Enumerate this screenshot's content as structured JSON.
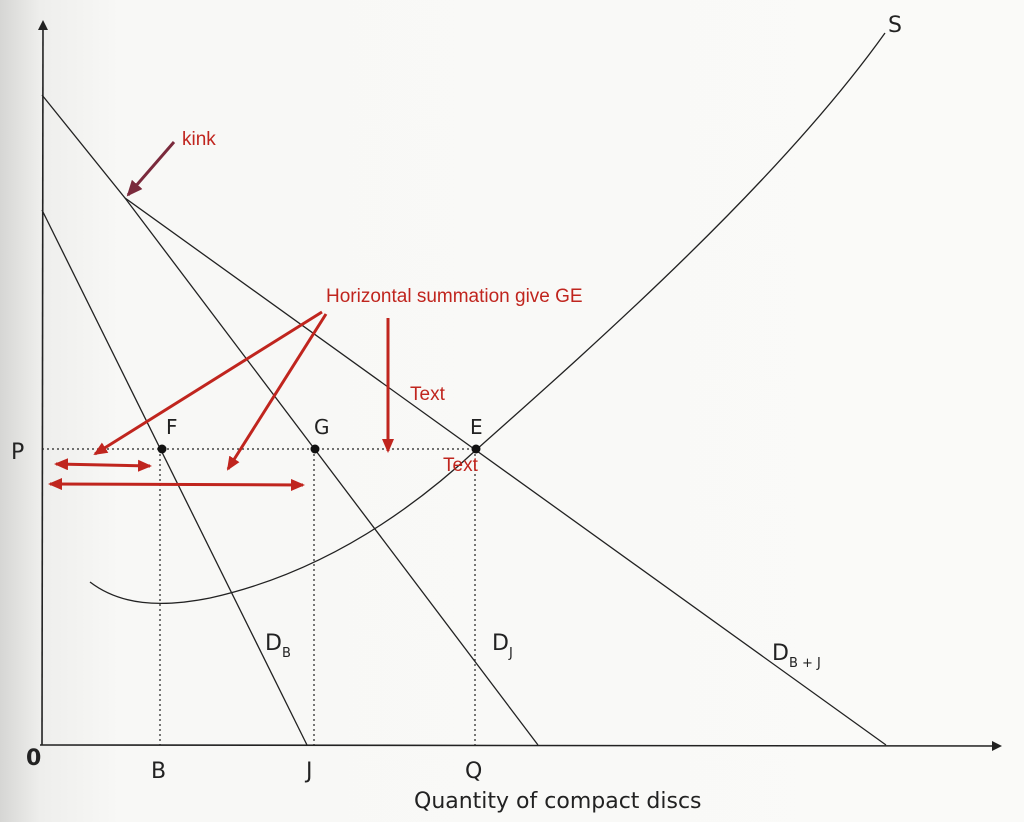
{
  "labels": {
    "origin": "0",
    "price": "P",
    "qty_b": "B",
    "qty_j": "J",
    "qty_q": "Q",
    "x_axis_title": "Quantity of compact discs",
    "point_f": "F",
    "point_g": "G",
    "point_e": "E",
    "supply": "S",
    "demand_b": "D",
    "demand_b_sub": "B",
    "demand_j": "D",
    "demand_j_sub": "J",
    "demand_bj": "D",
    "demand_bj_sub": "B + J"
  },
  "annotations": {
    "kink": "kink",
    "horizontal_summation": "Horizontal summation give GE",
    "text_upper": "Text",
    "text_lower": "Text"
  },
  "colors": {
    "ink": "#222222",
    "annotation_red": "#c0251e",
    "kink_arrow": "#7a2a3c"
  }
}
